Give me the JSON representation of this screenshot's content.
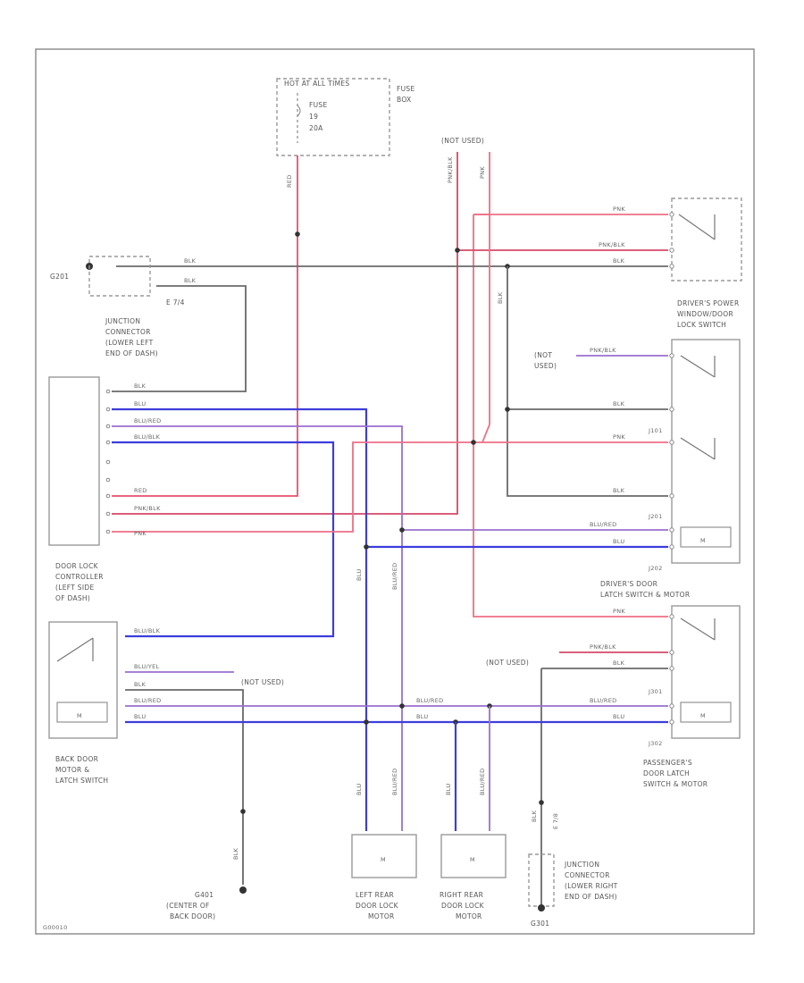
{
  "diagram": {
    "ref_code": "G00010",
    "fuse_box": {
      "header": "HOT AT ALL TIMES",
      "fuse_line1": "FUSE",
      "fuse_line2": "19",
      "fuse_line3": "20A",
      "label1": "FUSE",
      "label2": "BOX"
    },
    "not_used_top": "(NOT USED)",
    "not_used_mid": "(NOT",
    "not_used_mid2": "USED)",
    "not_used_back": "(NOT USED)",
    "not_used_pass": "(NOT USED)",
    "ground_g201": "G201",
    "ground_g301": "G301",
    "ground_g401": "G401",
    "e_label": "E 7/4",
    "e_label2": "E 7/8",
    "junction_left": [
      "JUNCTION",
      "CONNECTOR",
      "(LOWER LEFT",
      "END OF DASH)"
    ],
    "junction_right": [
      "JUNCTION",
      "CONNECTOR",
      "(LOWER RIGHT",
      "END OF DASH)"
    ],
    "controller": [
      "DOOR LOCK",
      "CONTROLLER",
      "(LEFT SIDE",
      "OF DASH)"
    ],
    "back_door": [
      "BACK DOOR",
      "MOTOR &",
      "LATCH SWITCH"
    ],
    "g401_desc": [
      "(CENTER OF",
      "BACK DOOR)"
    ],
    "driver_switch": [
      "DRIVER'S POWER",
      "WINDOW/DOOR",
      "LOCK SWITCH"
    ],
    "driver_latch": [
      "DRIVER'S DOOR",
      "LATCH SWITCH & MOTOR"
    ],
    "pass_latch": [
      "PASSENGER'S",
      "DOOR LATCH",
      "SWITCH & MOTOR"
    ],
    "left_rear": [
      "LEFT REAR",
      "DOOR LOCK",
      "MOTOR"
    ],
    "right_rear": [
      "RIGHT REAR",
      "DOOR LOCK",
      "MOTOR"
    ],
    "wires": {
      "red": "RED",
      "pnk": "PNK",
      "pnkblk": "PNK/BLK",
      "blk": "BLK",
      "blu": "BLU",
      "blured": "BLU/RED",
      "blublk": "BLU/BLK",
      "bluyel": "BLU/YEL"
    },
    "connectors": {
      "j101": "J101",
      "j201": "J201",
      "j301": "J301",
      "j202": "J202",
      "j302": "J302"
    },
    "colors": {
      "red": "#e8506c",
      "blue": "#3d3ddc",
      "purple": "#9a6fcf",
      "black": "#6a6a6a"
    }
  }
}
